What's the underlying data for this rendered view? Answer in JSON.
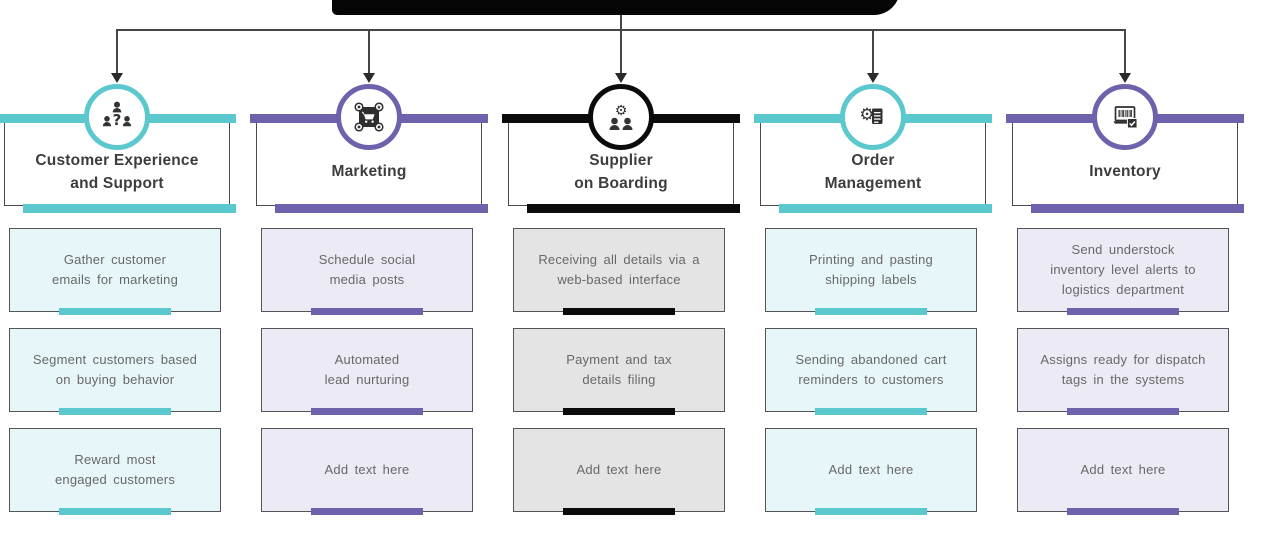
{
  "diagram": {
    "columns": [
      {
        "id": "customer-experience",
        "title": "Customer Experience\nand Support",
        "icon": "customers-question-icon",
        "accent": "#5BC8CE",
        "tint": "#E7F6F8",
        "items": [
          "Gather customer\nemails for marketing",
          "Segment customers based\non buying behavior",
          "Reward most\nengaged customers"
        ]
      },
      {
        "id": "marketing",
        "title": "Marketing",
        "icon": "social-commerce-cart-icon",
        "accent": "#6F62AC",
        "tint": "#EBEAF5",
        "items": [
          "Schedule social\nmedia posts",
          "Automated\nlead nurturing",
          "Add text here"
        ]
      },
      {
        "id": "supplier-onboarding",
        "title": "Supplier\non Boarding",
        "icon": "supplier-team-gear-icon",
        "accent": "#0B0B0B",
        "tint": "#E4E4E4",
        "items": [
          "Receiving all details via a\nweb-based interface",
          "Payment and tax\ndetails filing",
          "Add text here"
        ]
      },
      {
        "id": "order-management",
        "title": "Order\nManagement",
        "icon": "order-gear-document-icon",
        "accent": "#5BC8CE",
        "tint": "#E7F6F8",
        "items": [
          "Printing and pasting\nshipping labels",
          "Sending abandoned cart\nreminders to customers",
          "Add text here"
        ]
      },
      {
        "id": "inventory",
        "title": "Inventory",
        "icon": "inventory-barcode-check-icon",
        "accent": "#6F62AC",
        "tint": "#EBEAF5",
        "items": [
          "Send understock\ninventory level alerts to\nlogistics department",
          "Assigns ready for dispatch\ntags in the systems",
          "Add text here"
        ]
      }
    ]
  }
}
